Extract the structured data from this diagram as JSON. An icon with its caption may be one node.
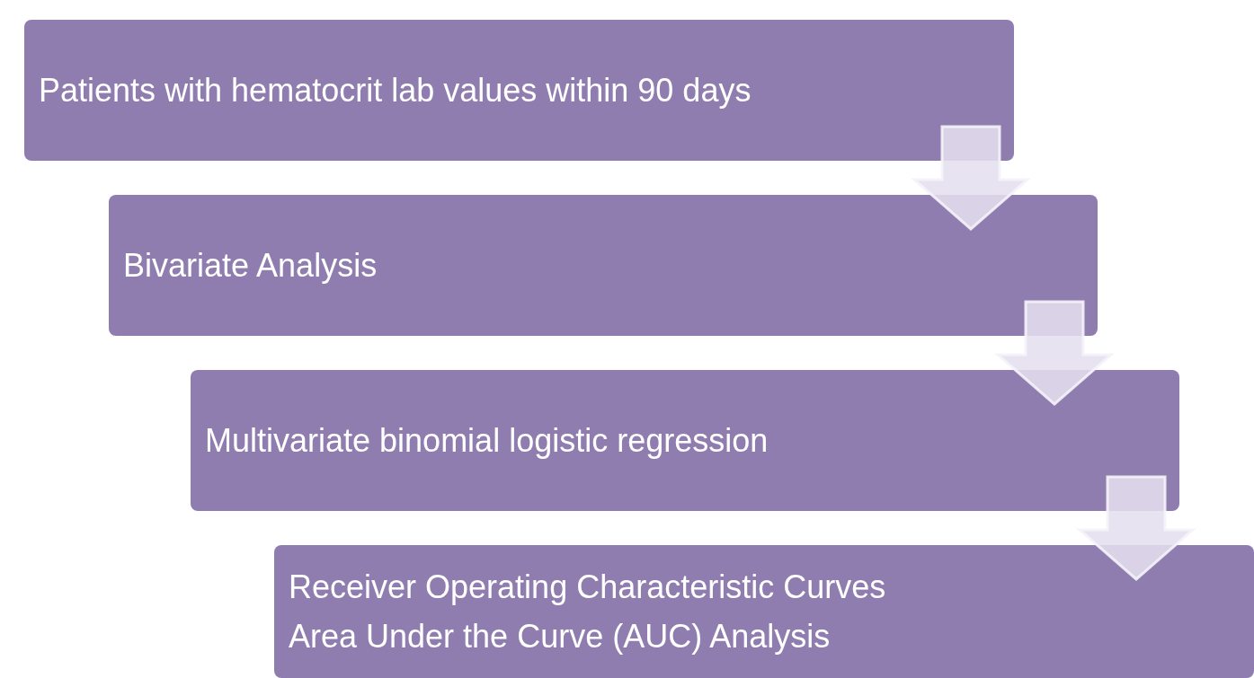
{
  "diagram": {
    "nodes": [
      {
        "text": [
          "Patients with hematocrit lab values within 90 days"
        ]
      },
      {
        "text": [
          "Bivariate Analysis"
        ]
      },
      {
        "text": [
          "Multivariate binomial logistic regression"
        ]
      },
      {
        "text": [
          "Receiver Operating Characteristic Curves",
          "Area Under the Curve (AUC) Analysis"
        ]
      }
    ],
    "edges": [
      {
        "from": 0,
        "to": 1,
        "arrow": "to"
      },
      {
        "from": 1,
        "to": 2,
        "arrow": "to"
      },
      {
        "from": 2,
        "to": 3,
        "arrow": "to"
      }
    ]
  }
}
